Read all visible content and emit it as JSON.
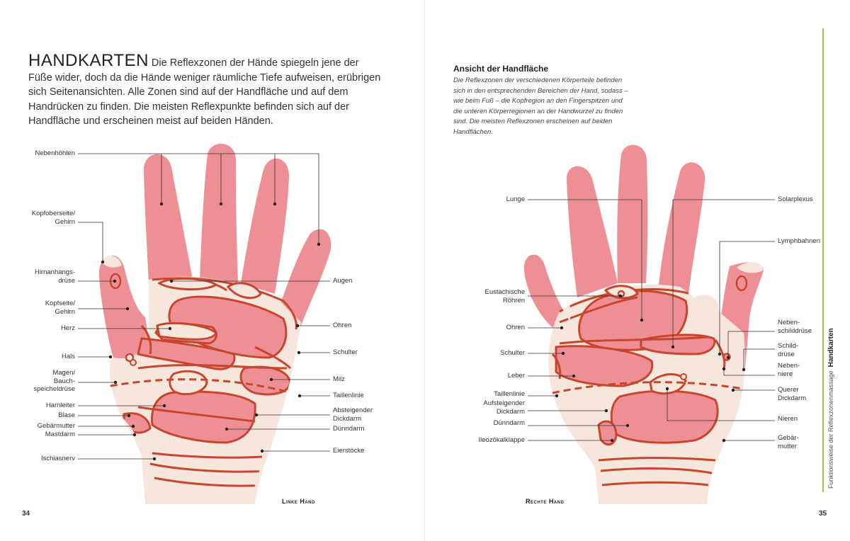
{
  "left_page": {
    "heading": "HANDKARTEN",
    "intro": "Die Reflexzonen der Hände spiegeln jene der Füße wider, doch da die Hände weniger räumliche Tiefe aufweisen, erübrigen sich Seitenansichten. Alle Zonen sind auf der Handfläche und auf dem Handrücken zu finden. Die meisten Reflexpunkte befinden sich auf der Handfläche und erscheinen meist auf beiden Händen.",
    "caption": "Linke Hand",
    "page_number": "34",
    "labels_left": {
      "nebenhoehlen": "Nebenhöhlen",
      "kopfoberseite1": "Kopfoberseite/",
      "kopfoberseite2": "Gehirn",
      "hirnanhang1": "Hirnanhangs-",
      "hirnanhang2": "drüse",
      "kopfseite1": "Kopfseite/",
      "kopfseite2": "Gehirn",
      "herz": "Herz",
      "hals": "Hals",
      "magen1": "Magen/",
      "magen2": "Bauch-",
      "magen3": "speicheldrüse",
      "harnleiter": "Harnleiter",
      "blase": "Blase",
      "gebaermutter": "Gebärmutter",
      "mastdarm": "Mastdarm",
      "ischiasnerv": "Ischiasnerv"
    },
    "labels_right": {
      "augen": "Augen",
      "ohren": "Ohren",
      "schulter": "Schulter",
      "milz": "Milz",
      "taillenlinie": "Taillenlinie",
      "absteigender1": "Absteigender",
      "absteigender2": "Dickdarm",
      "duenndarm": "Dünndarm",
      "eierstoecke": "Eierstöcke"
    }
  },
  "right_page": {
    "title": "Ansicht der Handfläche",
    "description": "Die Reflexzonen der verschiedenen Körperteile befinden sich in den entsprechenden Bereichen der Hand, sodass – wie beim Fuß – die Kopfregion an den Fingerspitzen und die unteren Körperregionen an der Handwurzel zu finden sind. Die meisten Reflexzonen erscheinen auf beiden Handflächen.",
    "caption": "Rechte Hand",
    "page_number": "35",
    "labels_left": {
      "lunge": "Lunge",
      "eustachische1": "Eustachische",
      "eustachische2": "Röhren",
      "ohren": "Ohren",
      "schulter": "Schulter",
      "leber": "Leber",
      "taillenlinie": "Taillenlinie",
      "aufsteigender1": "Aufsteigender",
      "aufsteigender2": "Dickdarm",
      "duenndarm": "Dünndarm",
      "ileo": "Ileozökalklappe"
    },
    "labels_right": {
      "solarplexus": "Solarplexus",
      "lymph": "Lymphbahnen",
      "neben1": "Neben-",
      "neben2": "schilddrüse",
      "schild1": "Schild-",
      "schild2": "drüse",
      "niere1": "Neben-",
      "niere2": "niere",
      "querer1": "Querer",
      "querer2": "Dickdarm",
      "nieren": "Nieren",
      "gebaer1": "Gebär-",
      "gebaer2": "mutter"
    }
  },
  "sidebar": {
    "subtitle": "Funktionsweise der Reflexzonenmassage",
    "title": "Handkarten"
  },
  "colors": {
    "skin": "#f7e6dc",
    "zone": "#ee8f95",
    "outline": "#c9462e",
    "accent": "#9cc43a"
  }
}
